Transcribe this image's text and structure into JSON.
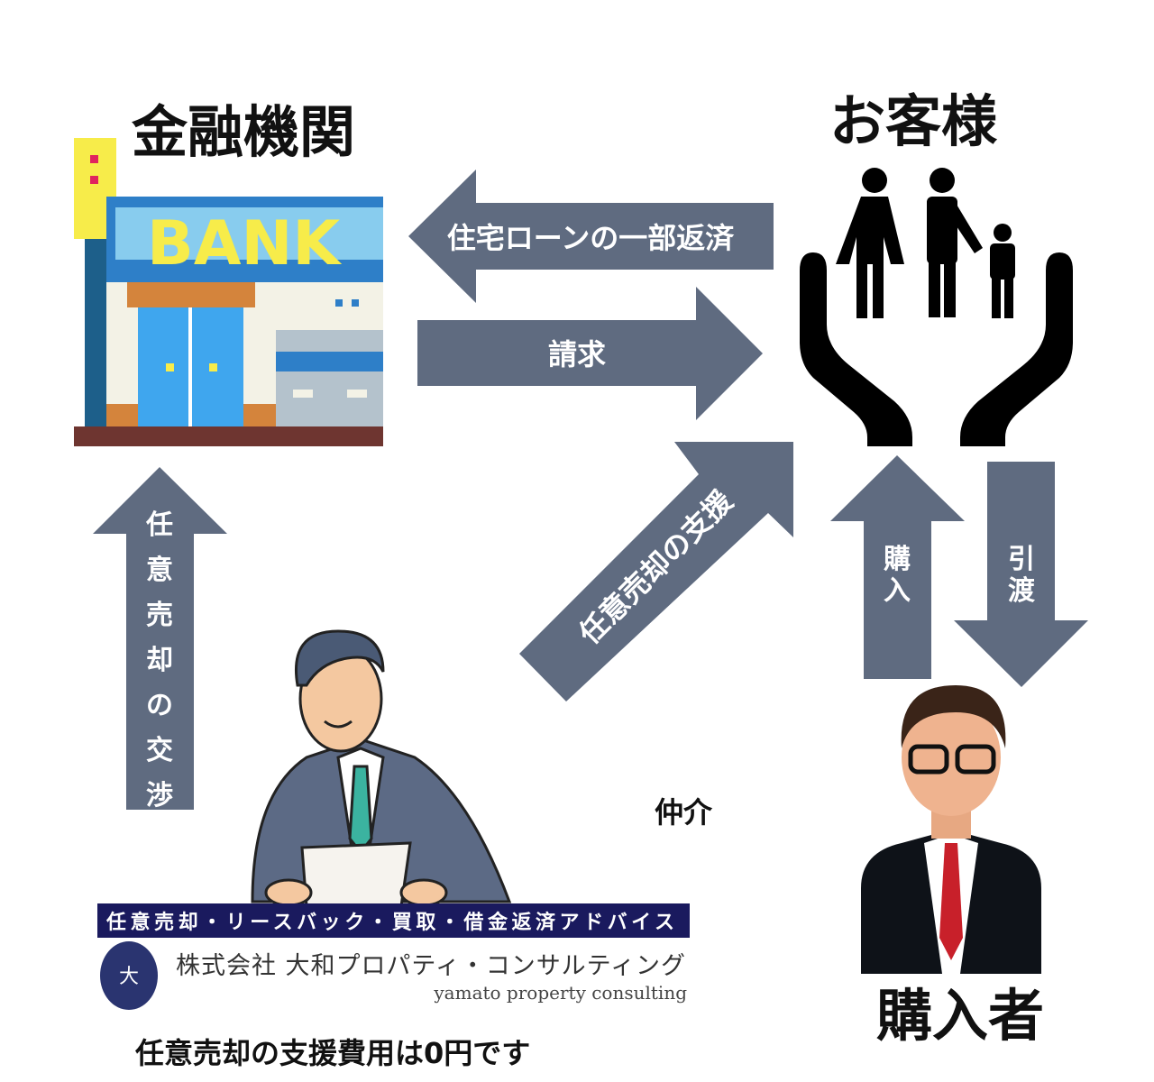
{
  "labels": {
    "bank_title": "金融機関",
    "customer_title": "お客様",
    "buyer_title": "購入者",
    "broker": "仲介",
    "footer_note": "任意売却の支援費用は0円です",
    "bank_sign": "BANK"
  },
  "arrows": {
    "partial_repayment": "住宅ローンの一部返済",
    "claim": "請求",
    "sale_support": "任意売却の支援",
    "purchase": [
      "購",
      "入"
    ],
    "handover": [
      "引",
      "渡"
    ],
    "negotiation": [
      "任",
      "意",
      "売",
      "却",
      "の",
      "交",
      "渉"
    ]
  },
  "logo": {
    "banner": "任意売却・リースバック・買取・借金返済アドバイス",
    "company_jp": "株式会社 大和プロパティ・コンサルティング",
    "company_en": "yamato property consulting"
  },
  "colors": {
    "arrow": "#5f6b80",
    "banner": "#1a1a5e"
  }
}
